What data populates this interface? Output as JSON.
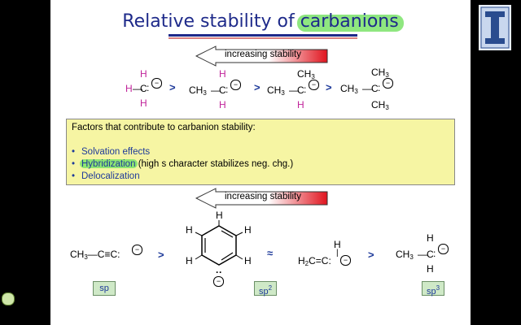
{
  "slide": {
    "title_prefix": "Relative stability of ",
    "title_highlight": "carbanions",
    "arrow_label_top": "increasing stability",
    "arrow_label_bottom": "increasing stability",
    "gt": ">",
    "approx": "≈",
    "top_row": {
      "methyl": {
        "h_top": "H",
        "h_left": "H",
        "c": "C",
        "h_bot": "H"
      },
      "primary": {
        "h_top": "H",
        "ch3": "CH",
        "c": "C",
        "h_bot": "H"
      },
      "secondary": {
        "ch3_top": "CH",
        "ch3": "CH",
        "c": "C",
        "h_bot": "H"
      },
      "tertiary": {
        "ch3_top": "CH",
        "ch3": "CH",
        "c": "C",
        "ch3_bot": "CH"
      }
    },
    "factors": {
      "heading": "Factors that contribute to carbanion stability:",
      "items": [
        "Solvation effects",
        "Hybridization",
        "(high s character stabilizes neg. chg.)",
        "Delocalization"
      ]
    },
    "bottom_row": {
      "alkyne": "CH",
      "alkyne_rest": "—C≡C",
      "vinyl": "H",
      "vinyl_rest": "C=C",
      "vinyl_h": "H",
      "alkyl": "CH",
      "alkyl_c": "C",
      "alkyl_h_top": "H",
      "alkyl_h_bot": "H",
      "benzene_h": "H"
    },
    "hybridization_labels": [
      "sp",
      "sp",
      "sp"
    ],
    "hybridization_sups": [
      "",
      "2",
      "3"
    ],
    "minus": "−",
    "sub3": "3",
    "sub2": "2",
    "dot_pair": ":"
  },
  "colors": {
    "title": "#1e2a8a",
    "highlight": "#7be36a",
    "box_fill": "#f6f5a3",
    "magenta": "#c0239a",
    "gt_blue": "#1e3a9a"
  },
  "logo": {
    "icon": "university-logo-icon"
  },
  "corner": {
    "icon": "status-circle-icon"
  }
}
